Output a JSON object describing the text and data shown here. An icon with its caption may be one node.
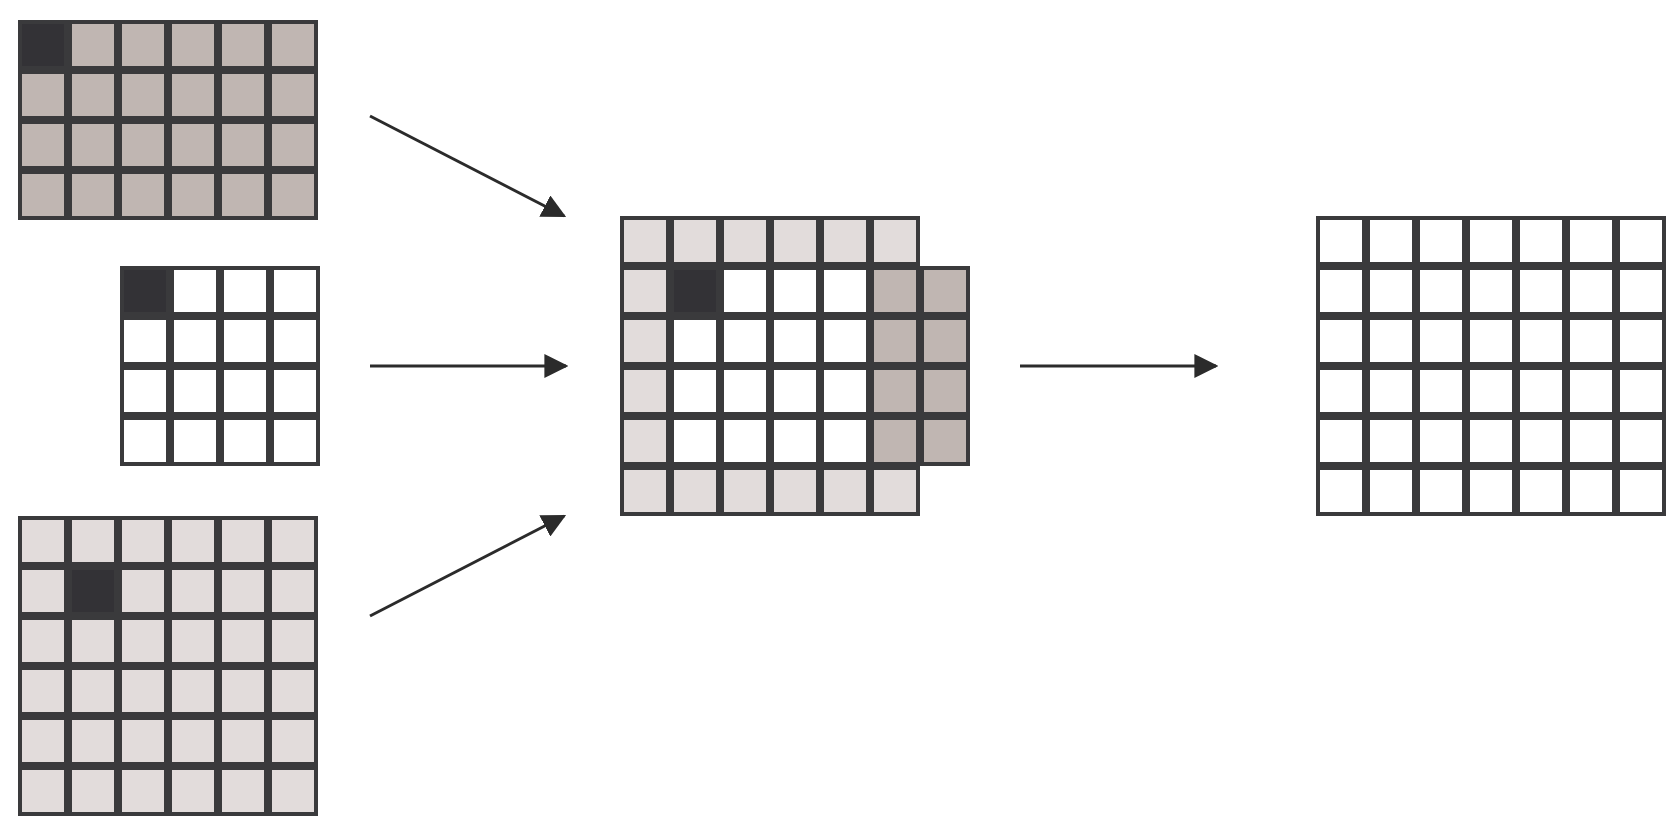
{
  "diagram": {
    "nodes": [
      {
        "text": [],
        "shape": "grid"
      },
      {
        "text": [],
        "shape": "grid"
      },
      {
        "text": [],
        "shape": "grid"
      },
      {
        "text": [],
        "shape": "grid"
      },
      {
        "text": [],
        "shape": "grid"
      }
    ],
    "edges": [
      {
        "from": 0,
        "to": 3,
        "arrow": "to"
      },
      {
        "from": 1,
        "to": 3,
        "arrow": "to"
      },
      {
        "from": 2,
        "to": 3,
        "arrow": "to"
      },
      {
        "from": 3,
        "to": 4,
        "arrow": "to"
      }
    ]
  }
}
